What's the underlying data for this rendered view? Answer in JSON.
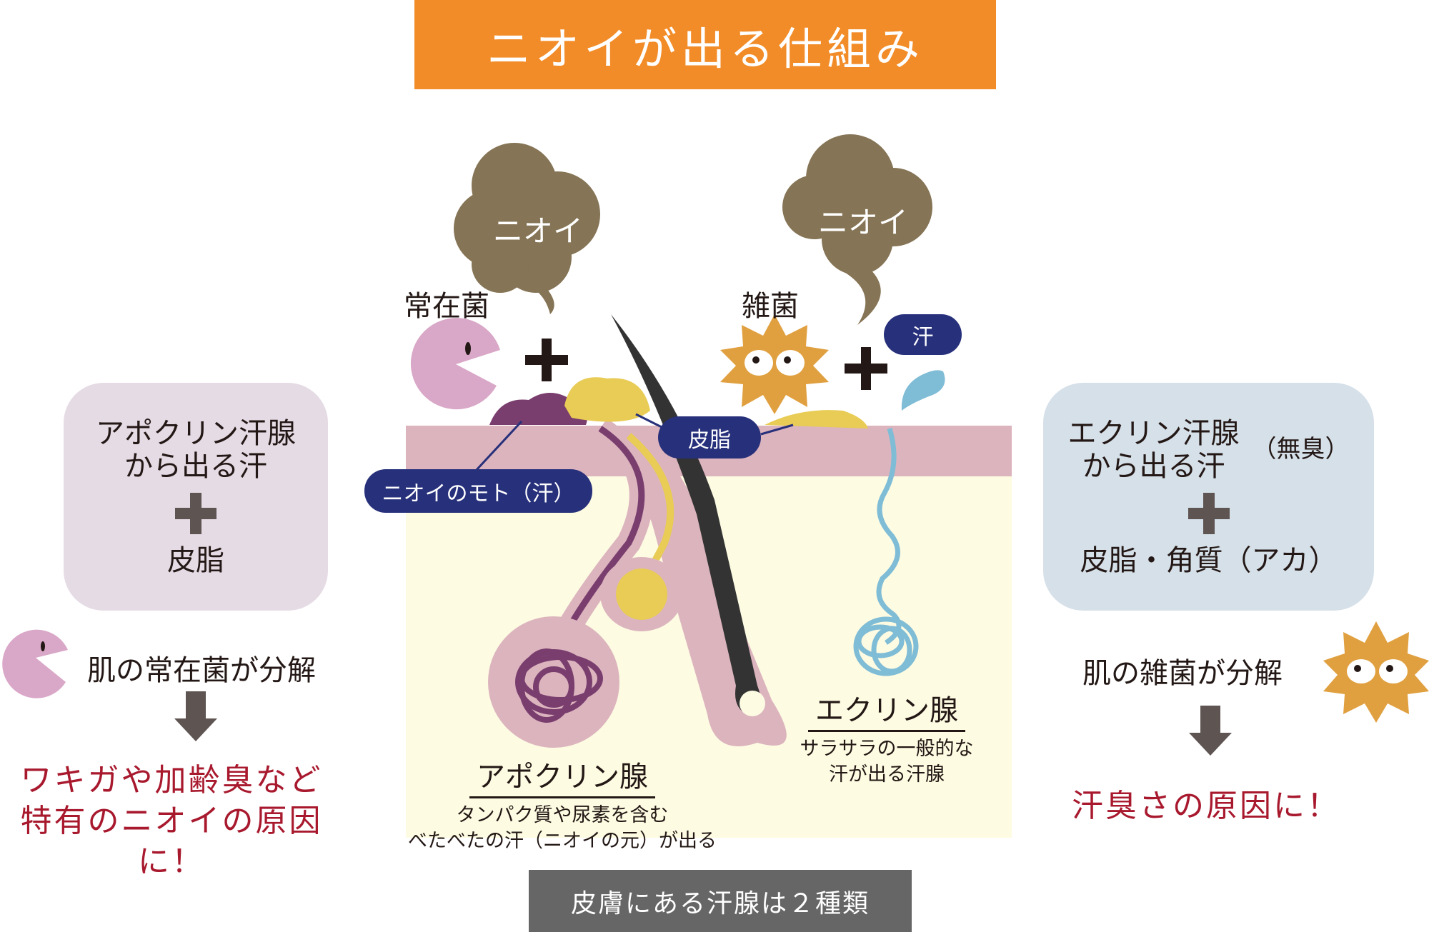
{
  "title": "ニオイが出る仕組み",
  "colors": {
    "title_bg": "#f28c28",
    "navy": "#27307a",
    "red": "#a8192e",
    "smoke": "#857455",
    "skin_pink": "#dcb4be",
    "dermis": "#fdfbe2",
    "apocrine": "#7a3e6e",
    "sebum": "#e8cc55",
    "eccrine": "#7fbcd6",
    "germ": "#e0a040",
    "bacteria": "#d9a7c7"
  },
  "diagram": {
    "smoke_left": "ニオイ",
    "smoke_right": "ニオイ",
    "resident_bacteria": "常在菌",
    "germs": "雑菌",
    "sweat_tag": "汗",
    "sebum_tag": "皮脂",
    "odor_source_tag": "ニオイのモト（汗）",
    "apocrine": {
      "title": "アポクリン腺",
      "desc": [
        "タンパク質や尿素を含む",
        "べたべたの汗（ニオイの元）が出る"
      ]
    },
    "eccrine": {
      "title": "エクリン腺",
      "desc": [
        "サラサラの一般的な",
        "汗が出る汗腺"
      ]
    }
  },
  "left": {
    "box": {
      "line1": "アポクリン汗腺",
      "line2": "から出る汗",
      "line3": "皮脂"
    },
    "action": "肌の常在菌が分解",
    "result": [
      "ワキガや加齢臭など",
      "特有のニオイの原因に！"
    ]
  },
  "right": {
    "box": {
      "line1": "エクリン汗腺",
      "line2": "から出る汗",
      "note": "（無臭）",
      "line3": "皮脂・角質（アカ）"
    },
    "action": "肌の雑菌が分解",
    "result": "汗臭さの原因に！"
  },
  "footer": "皮膚にある汗腺は２種類"
}
